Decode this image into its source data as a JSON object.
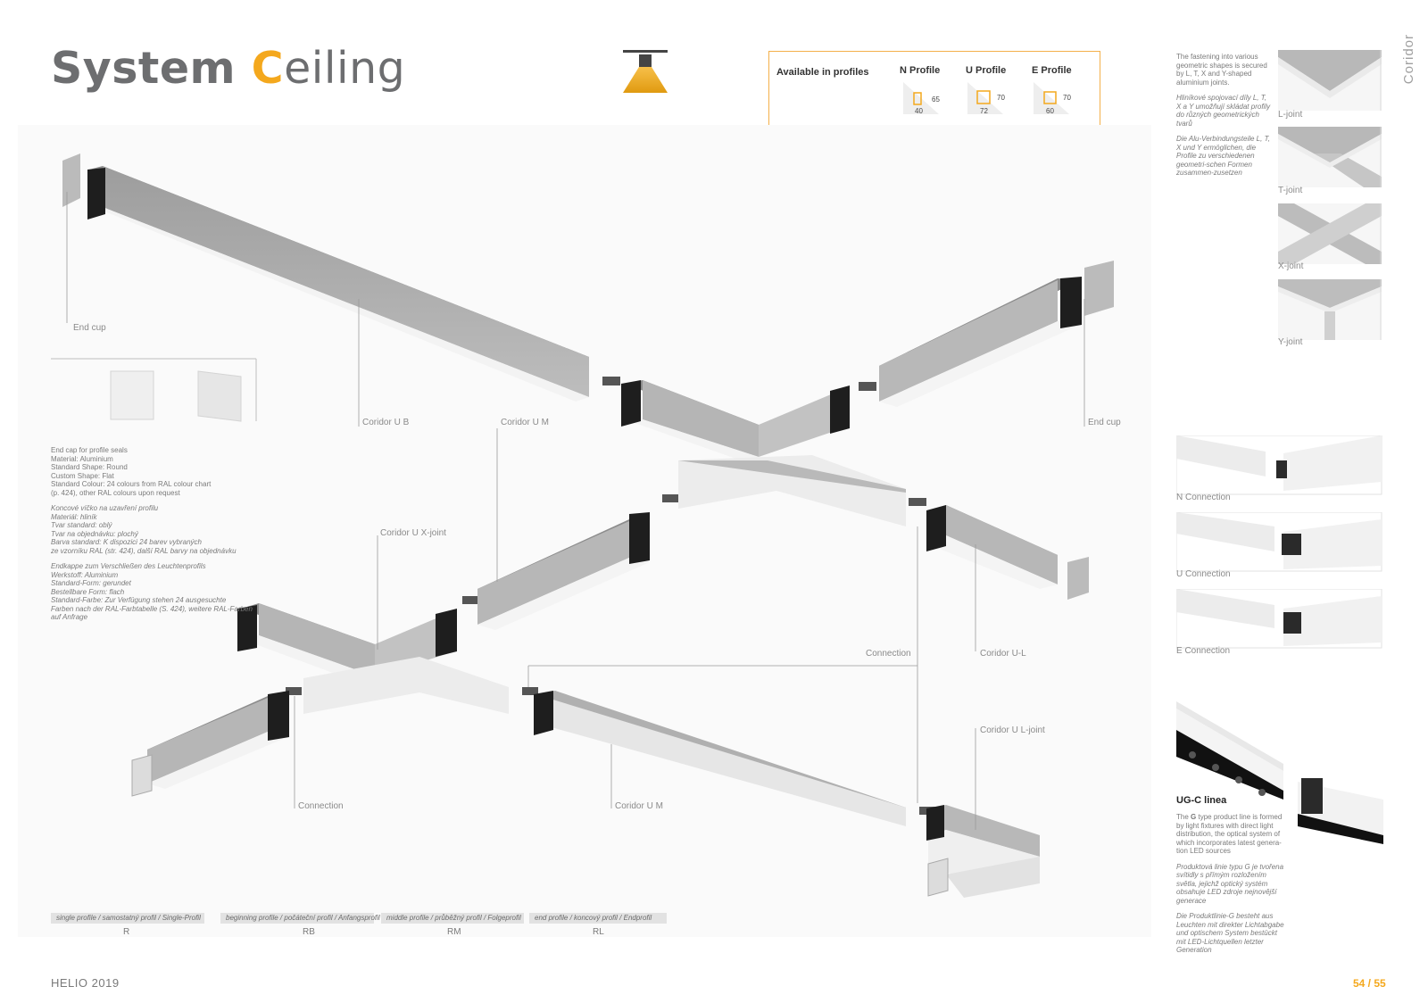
{
  "header": {
    "title_part1": "System ",
    "title_accent": "C",
    "title_part2": "eiling"
  },
  "profiles": {
    "heading": "Available in profiles",
    "items": [
      {
        "name": "N Profile",
        "dim_a": "65",
        "dim_b": "40"
      },
      {
        "name": "U Profile",
        "dim_a": "70",
        "dim_b": "72"
      },
      {
        "name": "E Profile",
        "dim_a": "70",
        "dim_b": "60"
      }
    ]
  },
  "side_tab": "Coridor",
  "joints": {
    "text_en": "The fastening into various geometric shapes is secured by L, T, X and Y-shaped aluminium joints.",
    "text_cz": "Hliníkové spojovací díly L, T, X a Y umožňují skládat profily do různých geometrických tvarů",
    "text_de": "Die Alu-Verbindungsteile L, T, X und Y ermöglichen, die Profile zu verschiedenen geometri-schen Formen zusammen-zusetzen",
    "items": [
      "L-joint",
      "T-joint",
      "X-joint",
      "Y-joint"
    ]
  },
  "connections": [
    "N Connection",
    "U Connection",
    "E Connection"
  ],
  "ugc": {
    "title": "UG-C linea",
    "text_en_1": "The ",
    "text_en_bold": "G",
    "text_en_2": " type product line is formed by light fixtures with direct light distribution, the optical system of which incorporates latest genera-tion LED sources",
    "text_cz": "Produktová linie typu G je tvořena svítidly s přímým rozložením světla, jejichž optický systém obsahuje LED zdroje nejnovější generace",
    "text_de": "Die Produktlinie-G besteht aus Leuchten mit direkter Lichtabgabe und optischem System bestückt mit LED-Lichtquellen letzter Generation"
  },
  "endcap": {
    "label": "End cup",
    "label_right": "End cup",
    "en": [
      "End cap for profile seals",
      "Material: Aluminium",
      "Standard Shape: Round",
      "Custom Shape: Flat",
      "Standard Colour: 24 colours from RAL colour chart",
      "(p. 424), other RAL colours upon request"
    ],
    "cz": [
      "Koncové víčko na uzavření profilu",
      "Materiál: hliník",
      "Tvar standard: oblý",
      "Tvar na objednávku: plochý",
      "Barva standard: K dispozici 24 barev vybraných",
      "ze vzorníku RAL (str. 424), další RAL barvy na objednávku"
    ],
    "de": [
      "Endkappe zum Verschließen des Leuchtenprofils",
      "Werkstoff: Aluminium",
      "Standard-Form: gerundet",
      "Bestellbare Form: flach",
      "Standard-Farbe: Zur Verfügung stehen 24 ausgesuchte",
      "Farben nach der RAL-Farbtabelle (S. 424), weitere RAL-Farben",
      "auf Anfrage"
    ]
  },
  "callouts": {
    "coridor_ub": "Coridor U B",
    "coridor_um_top": "Coridor U M",
    "coridor_ux": "Coridor U X-joint",
    "connection_mid": "Connection",
    "coridor_ul": "Coridor U-L",
    "coridor_ulj": "Coridor U L-joint",
    "connection_left": "Connection",
    "coridor_um_bottom": "Coridor U M"
  },
  "legend": [
    {
      "label": "single profile / samostatný profil / Single-Profil",
      "code": "R"
    },
    {
      "label": "beginning profile / počáteční profil / Anfangsprofil",
      "code": "RB"
    },
    {
      "label": "middle profile / průběžný profil / Folgeprofil",
      "code": "RM"
    },
    {
      "label": "end profile / koncový profil / Endprofil",
      "code": "RL"
    }
  ],
  "footer": {
    "left": "HELIO 2019",
    "right": "54 / 55"
  },
  "colors": {
    "accent": "#f4a81d",
    "text": "#6d6e70",
    "profile_top": "#a9a9a9",
    "profile_side": "#f3f3f3"
  }
}
